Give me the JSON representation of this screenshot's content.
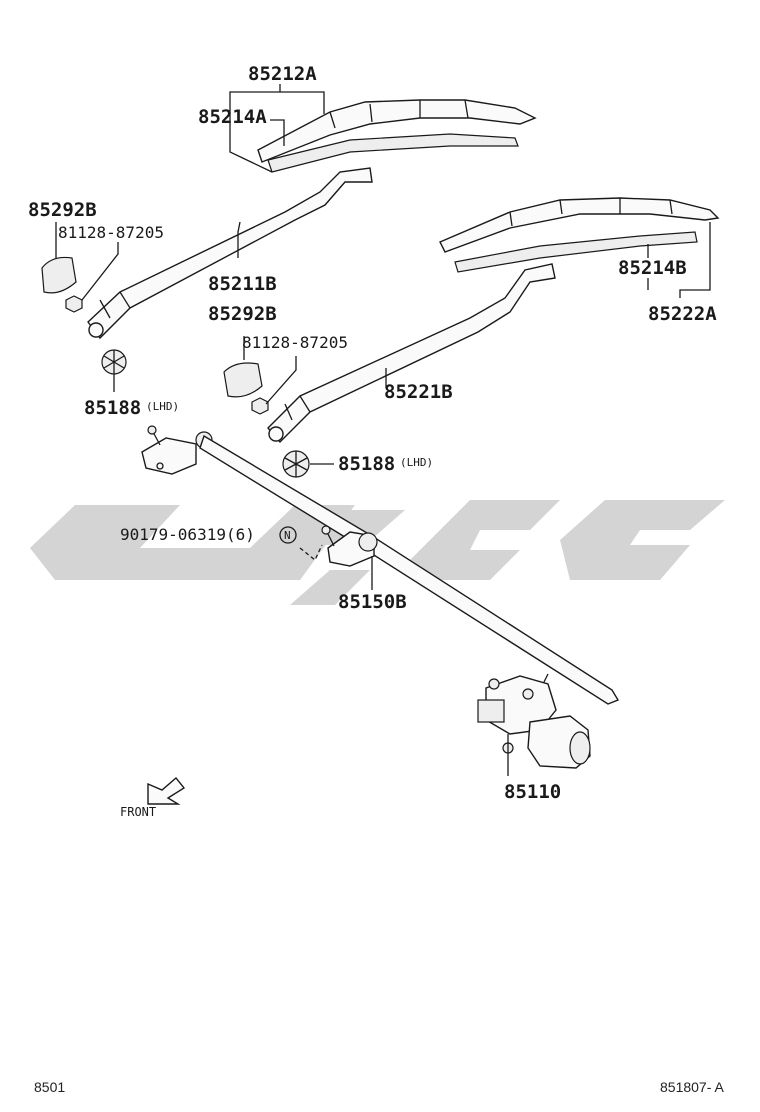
{
  "labels": {
    "p85212A": "85212A",
    "p85214A": "85214A",
    "p85292B_1": "85292B",
    "p81128_1": "81128-87205",
    "p85211B": "85211B",
    "p85188_1": "85188",
    "lhd_1": "(LHD)",
    "p85292B_2": "85292B",
    "p81128_2": "81128-87205",
    "p85221B": "85221B",
    "p85188_2": "85188",
    "lhd_2": "(LHD)",
    "p85214B": "85214B",
    "p85222A": "85222A",
    "p90179": "90179-06319(6)",
    "n_mark": "N",
    "p85150B": "85150B",
    "p85110": "85110",
    "front": "FRONT"
  },
  "footer": {
    "left": "8501",
    "right": "851807- A"
  }
}
